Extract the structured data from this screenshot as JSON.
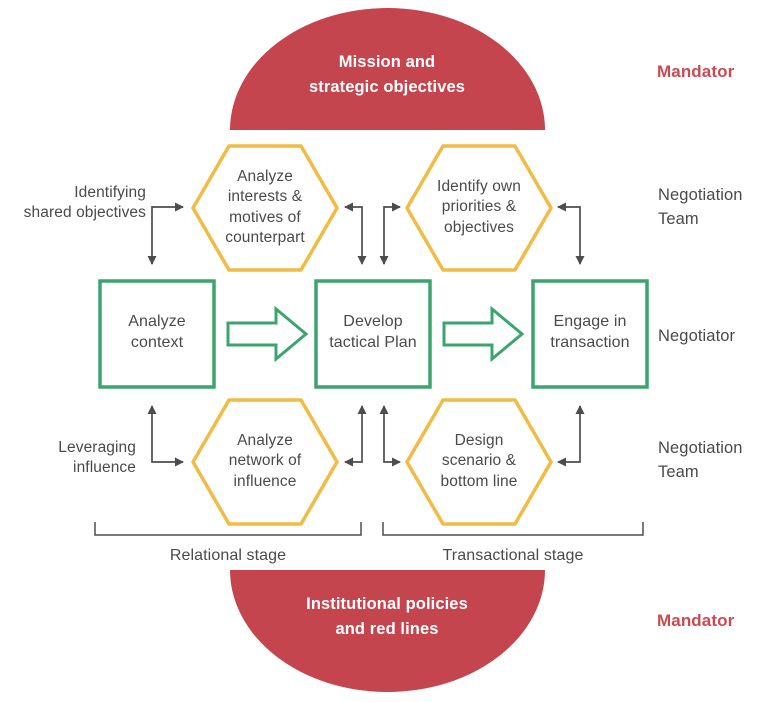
{
  "diagram": {
    "top_semicircle": {
      "label": "Mission and\nstrategic objectives"
    },
    "bottom_semicircle": {
      "label": "Institutional policies\nand red lines"
    },
    "roles": {
      "mandator_top": "Mandator",
      "negotiation_team_top": "Negotiation\nTeam",
      "negotiator": "Negotiator",
      "negotiation_team_bottom": "Negotiation\nTeam",
      "mandator_bottom": "Mandator"
    },
    "hexagons": [
      {
        "label": "Analyze\ninterests &\nmotives of\ncounterpart"
      },
      {
        "label": "Identify own\npriorities &\nobjectives"
      },
      {
        "label": "Analyze\nnetwork of\ninfluence"
      },
      {
        "label": "Design\nscenario &\nbottom line"
      }
    ],
    "boxes": [
      {
        "label": "Analyze\ncontext"
      },
      {
        "label": "Develop\ntactical Plan"
      },
      {
        "label": "Engage in\ntransaction"
      }
    ],
    "side_labels": {
      "identifying": "Identifying\nshared objectives",
      "leveraging": "Leveraging\ninfluence"
    },
    "stages": {
      "relational": "Relational stage",
      "transactional": "Transactional stage"
    },
    "colors": {
      "red_fill": "#c5454f",
      "red_text": "#cb4a52",
      "yellow_stroke": "#f1bb44",
      "green_stroke": "#3ea46e",
      "gray_text": "#4a4a4a",
      "arrow_gray": "#4d4d4d"
    }
  }
}
